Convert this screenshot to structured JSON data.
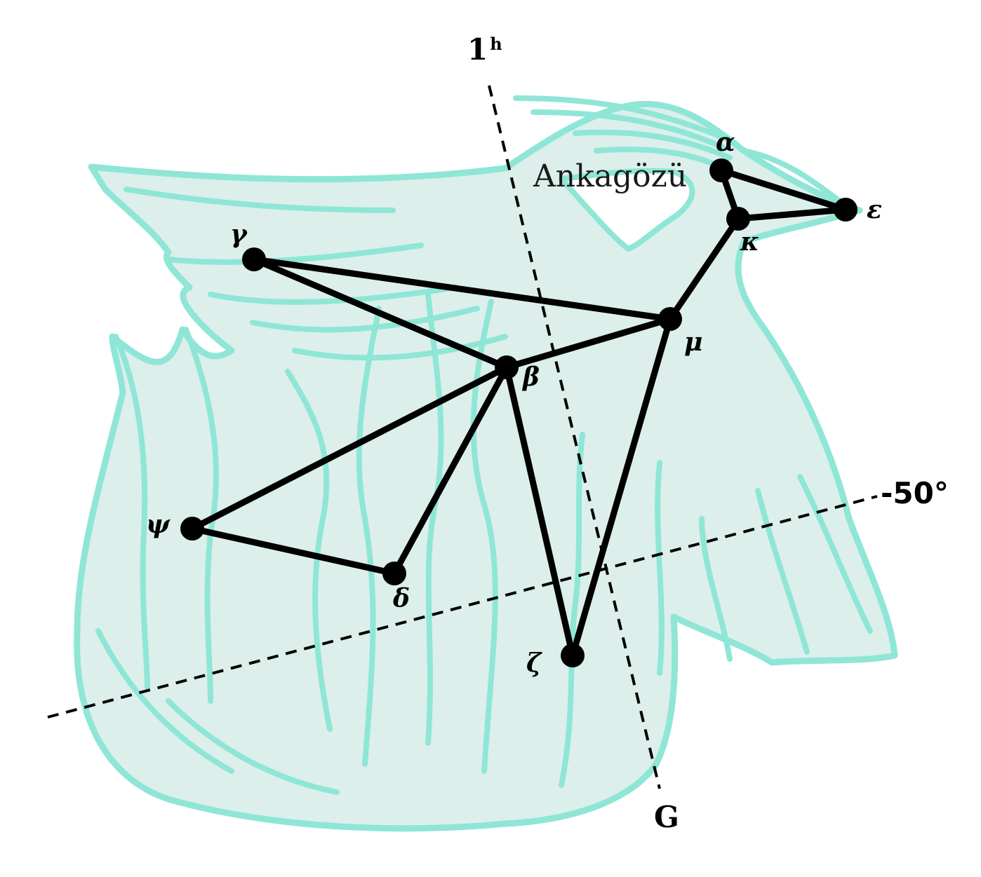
{
  "constellation": {
    "star_name": "Ankagözü",
    "stars": [
      {
        "id": "alpha",
        "label": "α"
      },
      {
        "id": "epsilon",
        "label": "ε"
      },
      {
        "id": "kappa",
        "label": "κ"
      },
      {
        "id": "gamma",
        "label": "γ"
      },
      {
        "id": "mu",
        "label": "μ"
      },
      {
        "id": "beta",
        "label": "β"
      },
      {
        "id": "psi",
        "label": "ψ"
      },
      {
        "id": "delta",
        "label": "δ"
      },
      {
        "id": "zeta",
        "label": "ζ"
      }
    ],
    "lines": [
      [
        "alpha",
        "epsilon"
      ],
      [
        "alpha",
        "kappa"
      ],
      [
        "kappa",
        "epsilon"
      ],
      [
        "kappa",
        "mu"
      ],
      [
        "gamma",
        "mu"
      ],
      [
        "gamma",
        "beta"
      ],
      [
        "beta",
        "mu"
      ],
      [
        "beta",
        "psi"
      ],
      [
        "beta",
        "delta"
      ],
      [
        "beta",
        "zeta"
      ],
      [
        "psi",
        "delta"
      ],
      [
        "mu",
        "zeta"
      ]
    ]
  },
  "grid": {
    "ra_label": "1",
    "ra_unit": "h",
    "dec_label": "-50°",
    "g_label": "G"
  },
  "colors": {
    "figure_fill": "#dcefeb",
    "figure_outline": "#8fe6d6",
    "lines": "#000000"
  }
}
